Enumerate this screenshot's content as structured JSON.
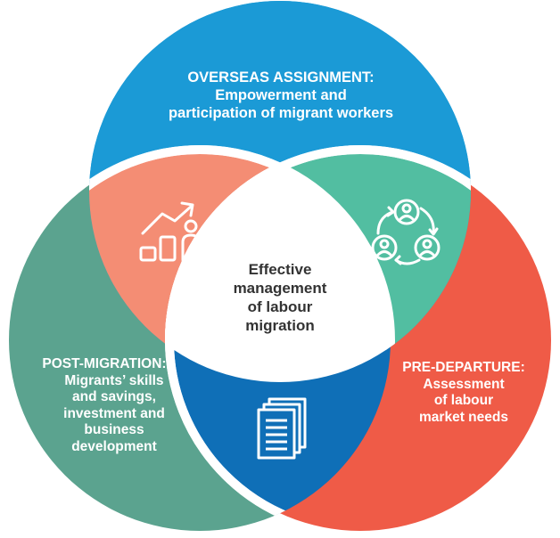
{
  "colors": {
    "top": "#1b9ad6",
    "left": "#5ba38f",
    "right": "#ef5b47",
    "top_left": "#f48d74",
    "top_right": "#52bea1",
    "bottom": "#0f6fb7",
    "center": "#ffffff",
    "center_text": "#333333",
    "outline": "#ffffff"
  },
  "top_section": {
    "title": "OVERSEAS ASSIGNMENT:",
    "lines": [
      "Empowerment and",
      "participation of migrant workers"
    ]
  },
  "left_section": {
    "title": "POST-MIGRATION:",
    "lines": [
      "Migrants’ skills",
      "and savings,",
      "investment and",
      "business",
      "development"
    ]
  },
  "right_section": {
    "title": "PRE-DEPARTURE:",
    "lines": [
      "Assessment",
      "of labour",
      "market needs"
    ]
  },
  "center": {
    "lines": [
      "Effective",
      "management",
      "of labour",
      "migration"
    ]
  },
  "icons": {
    "top_left": "growth-chart-person-icon",
    "top_right": "people-cycle-icon",
    "bottom": "documents-icon"
  }
}
